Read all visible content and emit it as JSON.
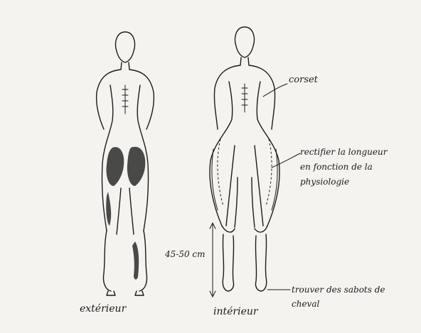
{
  "labels": {
    "left_caption": "extérieur",
    "right_caption": "intérieur",
    "corset": "corset",
    "rectify": "rectifier la longueur\nen fonction de la\nphysiologie",
    "measure": "45-50 cm",
    "hoof": "trouver des sabots de\ncheval"
  }
}
